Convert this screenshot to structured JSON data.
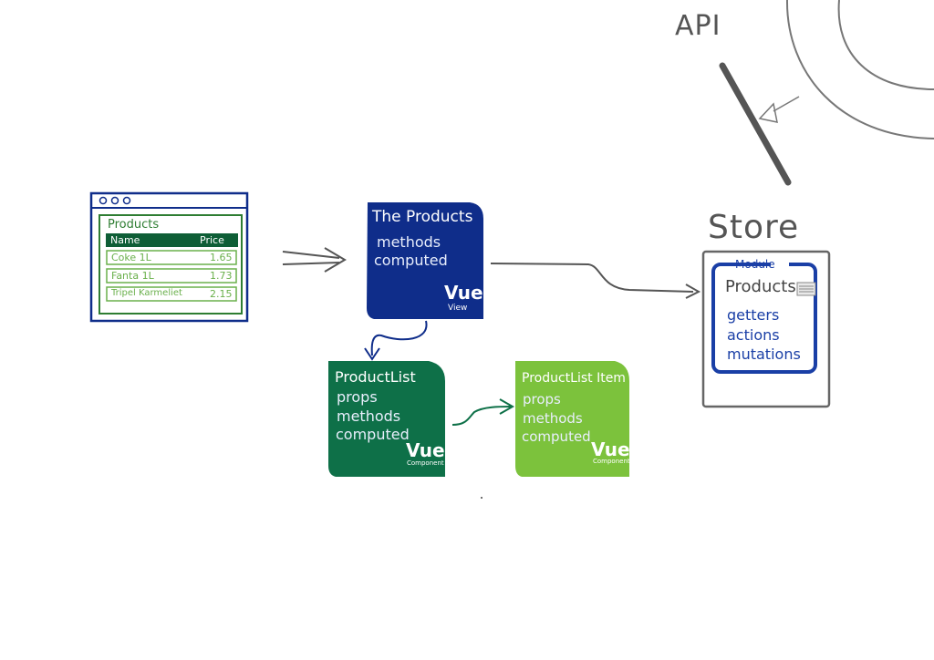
{
  "api": {
    "label": "API"
  },
  "browser": {
    "title": "Products",
    "columns": [
      "Name",
      "Price"
    ],
    "rows": [
      {
        "name": "Coke 1L",
        "price": "1.65"
      },
      {
        "name": "Fanta 1L",
        "price": "1.73"
      },
      {
        "name": "Tripel Karmeliet",
        "price": "2.15"
      }
    ]
  },
  "the_products": {
    "title": "The Products",
    "lines": [
      "methods",
      "computed"
    ],
    "badge": "Vue",
    "badge_sub": "View",
    "color": "#0f2d8a"
  },
  "product_list": {
    "title": "ProductList",
    "lines": [
      "props",
      "methods",
      "computed"
    ],
    "badge": "Vue",
    "badge_sub": "Component",
    "color": "#0e7048"
  },
  "product_list_item": {
    "title": "ProductList Item",
    "lines": [
      "props",
      "methods",
      "computed"
    ],
    "badge": "Vue",
    "badge_sub": "Component",
    "color": "#7cc23c"
  },
  "store": {
    "label": "Store",
    "module_label": "Module",
    "module_name": "Products",
    "items": [
      "getters",
      "actions",
      "mutations"
    ],
    "accent": "#1a3fa6"
  }
}
